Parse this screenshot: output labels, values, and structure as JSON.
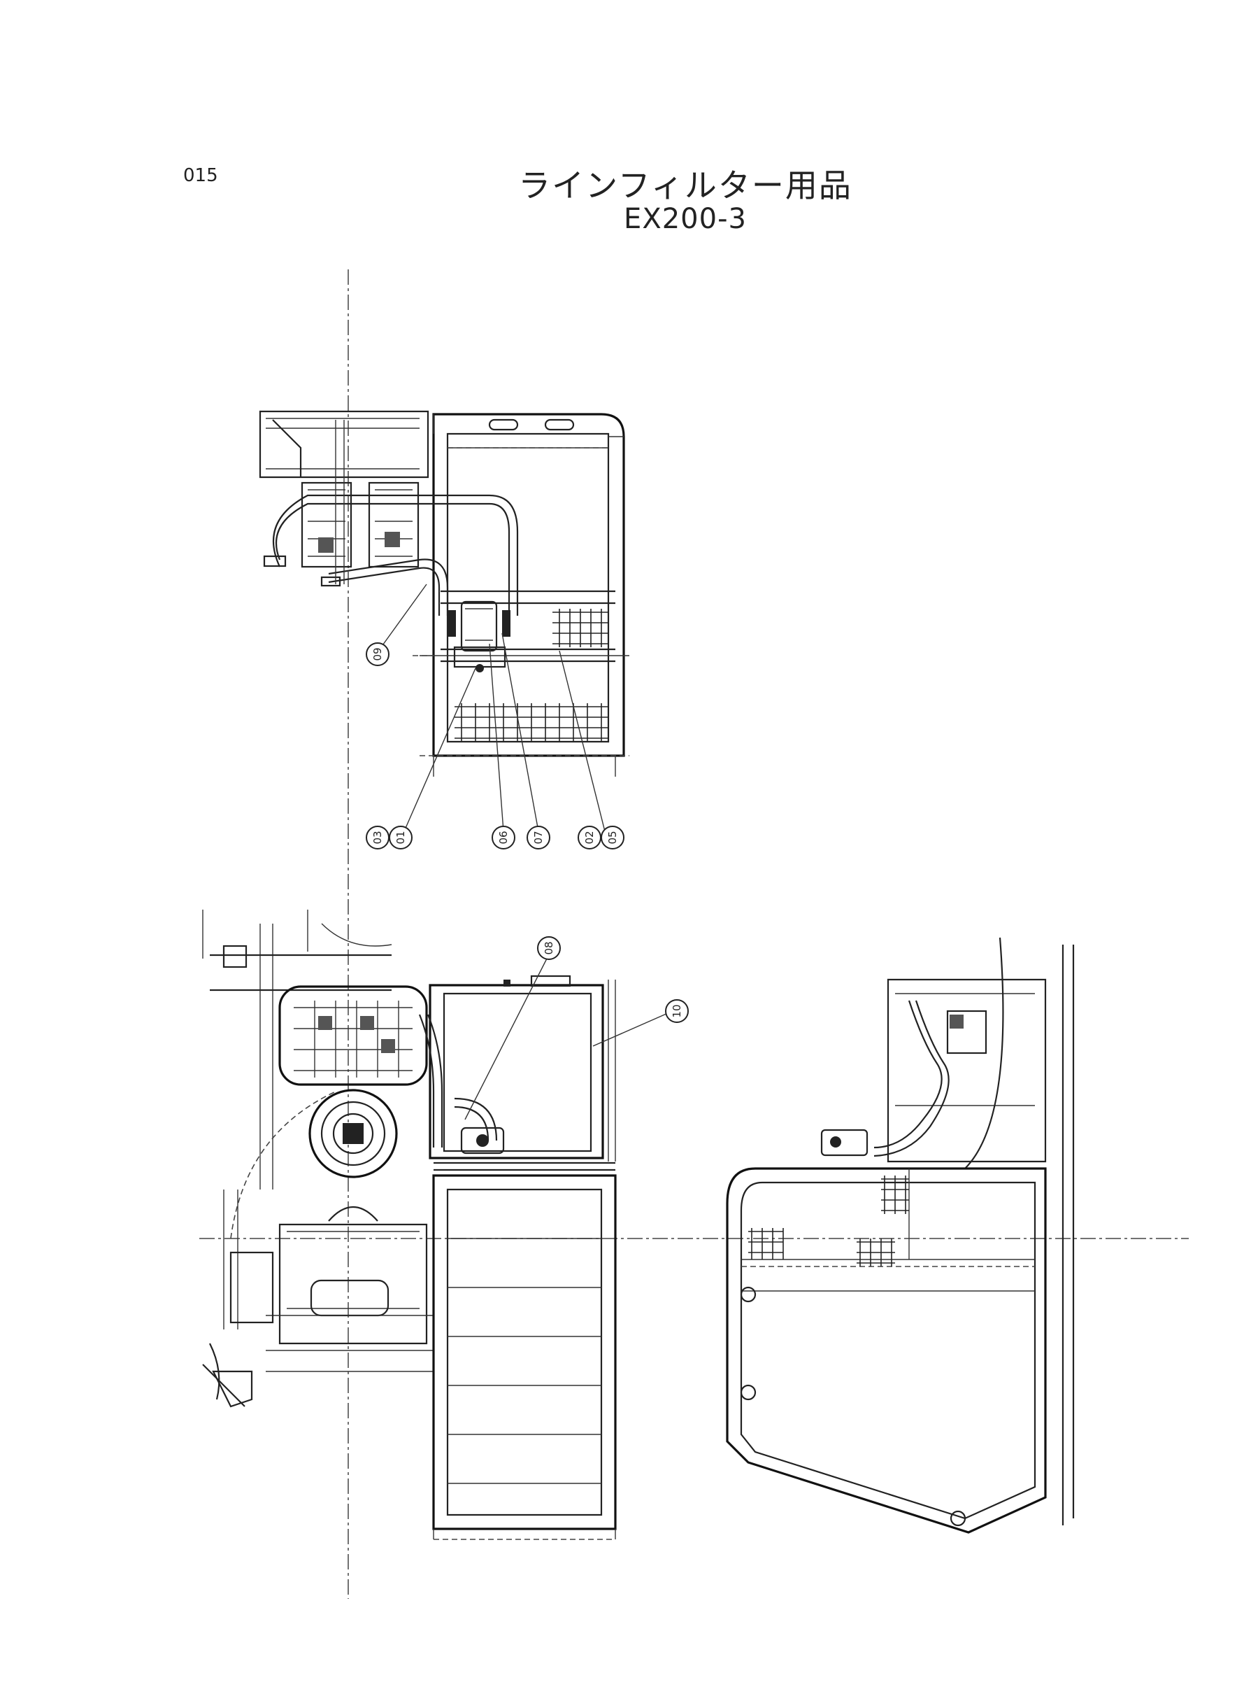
{
  "page": {
    "number": "015",
    "title": "ラインフィルター用品",
    "model": "EX200-3"
  },
  "callouts": [
    "09",
    "03",
    "01",
    "06",
    "07",
    "02",
    "05",
    "08",
    "10"
  ]
}
